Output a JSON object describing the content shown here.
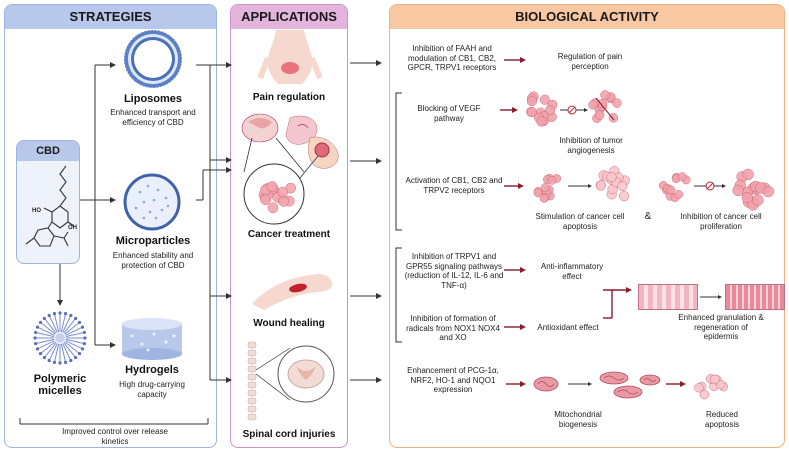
{
  "headers": {
    "strategies": "STRATEGIES",
    "applications": "APPLICATIONS",
    "biological_activity": "BIOLOGICAL ACTIVITY"
  },
  "strategies": {
    "cbd_label": "CBD",
    "molecule_atoms": {
      "ho": "HO",
      "oh": "OH"
    },
    "liposomes": {
      "title": "Liposomes",
      "desc": "Enhanced transport and efficiency of CBD"
    },
    "microparticles": {
      "title": "Microparticles",
      "desc": "Enhanced stability and protection of CBD"
    },
    "hydrogels": {
      "title": "Hydrogels",
      "desc": "High drug-carrying capacity"
    },
    "polymeric_micelles": {
      "title": "Polymeric micelles"
    },
    "footer": "Improved control over release kinetics"
  },
  "applications": {
    "pain": "Pain regulation",
    "cancer": "Cancer treatment",
    "wound": "Wound healing",
    "spinal": "Spinal cord injuries"
  },
  "activity": {
    "faah": {
      "cause": "Inhibition of FAAH and modulation of CB1, CB2, GPCR, TRPV1 receptors",
      "effect": "Regulation of pain perception"
    },
    "vegf": {
      "cause": "Blocking of VEGF pathway",
      "effect": "Inhibition of tumor angiogenesis"
    },
    "apoptosis": {
      "cause": "Activation of CB1, CB2 and TRPV2 receptors",
      "effect1": "Stimulation of cancer cell apoptosis",
      "amp": "&",
      "effect2": "Inhibition of cancer cell proliferation"
    },
    "inflammation": {
      "cause": "Inhibition of TRPV1 and GPR55 signaling pathways (reduction of IL-12, IL-6 and TNF-α)",
      "effect": "Anti-inflammatory effect"
    },
    "antioxidant": {
      "cause": "Inhibition of formation of radicals from NOX1 NOX4 and XO",
      "effect": "Antioxidant effect"
    },
    "granulation": "Enhanced granulation & regeneration of epidermis",
    "mito": {
      "cause": "Enhancement of PCG-1α, NRF2, HO-1 and NQO1 expression",
      "effect": "Mitochondrial biogenesis",
      "result": "Reduced apoptosis"
    }
  },
  "colors": {
    "strategies_header": "#b8c8ea",
    "applications_header": "#e4b5dc",
    "activity_header": "#f7c8a2",
    "strategies_border": "#9fb4e0",
    "applications_border": "#cf92c6",
    "activity_border": "#f0b07e",
    "arrow_dark": "#8a1c2c",
    "cell_pink": "#f0a0a8"
  }
}
